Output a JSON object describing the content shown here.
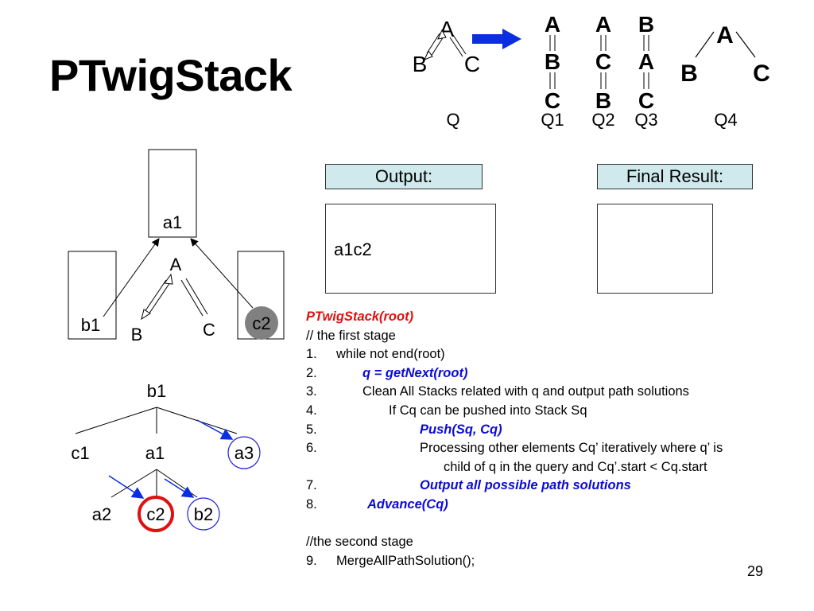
{
  "title": "PTwigStack",
  "queries": {
    "q": {
      "nodes": [
        "A",
        "B",
        "C"
      ],
      "label": "Q"
    },
    "q1": {
      "nodes": [
        "A",
        "B",
        "C"
      ],
      "label": "Q1"
    },
    "q2": {
      "nodes": [
        "A",
        "C",
        "B"
      ],
      "label": "Q2"
    },
    "q3": {
      "nodes": [
        "B",
        "A",
        "C"
      ],
      "label": "Q3"
    },
    "q4": {
      "nodes": [
        "A",
        "B",
        "C"
      ],
      "label": "Q4"
    }
  },
  "stacks": {
    "a_stack_value": "a1",
    "b_stack_value": "b1",
    "c_stack_value": "c2",
    "query_nodes": [
      "A",
      "B",
      "C"
    ]
  },
  "document_tree": {
    "root": "b1",
    "level1": [
      "c1",
      "a1",
      "a3"
    ],
    "level2": [
      "a2",
      "c2",
      "b2"
    ]
  },
  "output": {
    "label": "Output:",
    "value": "a1c2"
  },
  "final_result": {
    "label": "Final Result:",
    "value": ""
  },
  "algorithm": {
    "name": "PTwigStack(root)",
    "comment1": "// the first stage",
    "lines": [
      {
        "num": "1.",
        "text": "while not end(root)"
      },
      {
        "num": "2.",
        "text": "q = getNext(root)"
      },
      {
        "num": "3.",
        "text": "Clean All Stacks related with q and output path solutions"
      },
      {
        "num": "4.",
        "text": "If Cq can be pushed into Stack Sq"
      },
      {
        "num": "5.",
        "text": "Push(Sq, Cq)"
      },
      {
        "num": "6.",
        "text": "Processing other elements Cq’ iteratively where q’ is"
      },
      {
        "num": "",
        "text": "child of q in the query and Cq’.start < Cq.start"
      },
      {
        "num": "7.",
        "text": "Output all possible path solutions"
      },
      {
        "num": "8.",
        "text": "Advance(Cq)"
      }
    ],
    "comment2": "//the second stage",
    "last_line": {
      "num": "9.",
      "text": "MergeAllPathSolution();"
    }
  },
  "page_number": "29",
  "colors": {
    "arrow_blue": "#0a2ee0",
    "highlight_red": "#e01010",
    "blue_circle": "#2020d0",
    "stack_top_fill": "#808080",
    "label_box_fill": "#cfe9ec"
  }
}
